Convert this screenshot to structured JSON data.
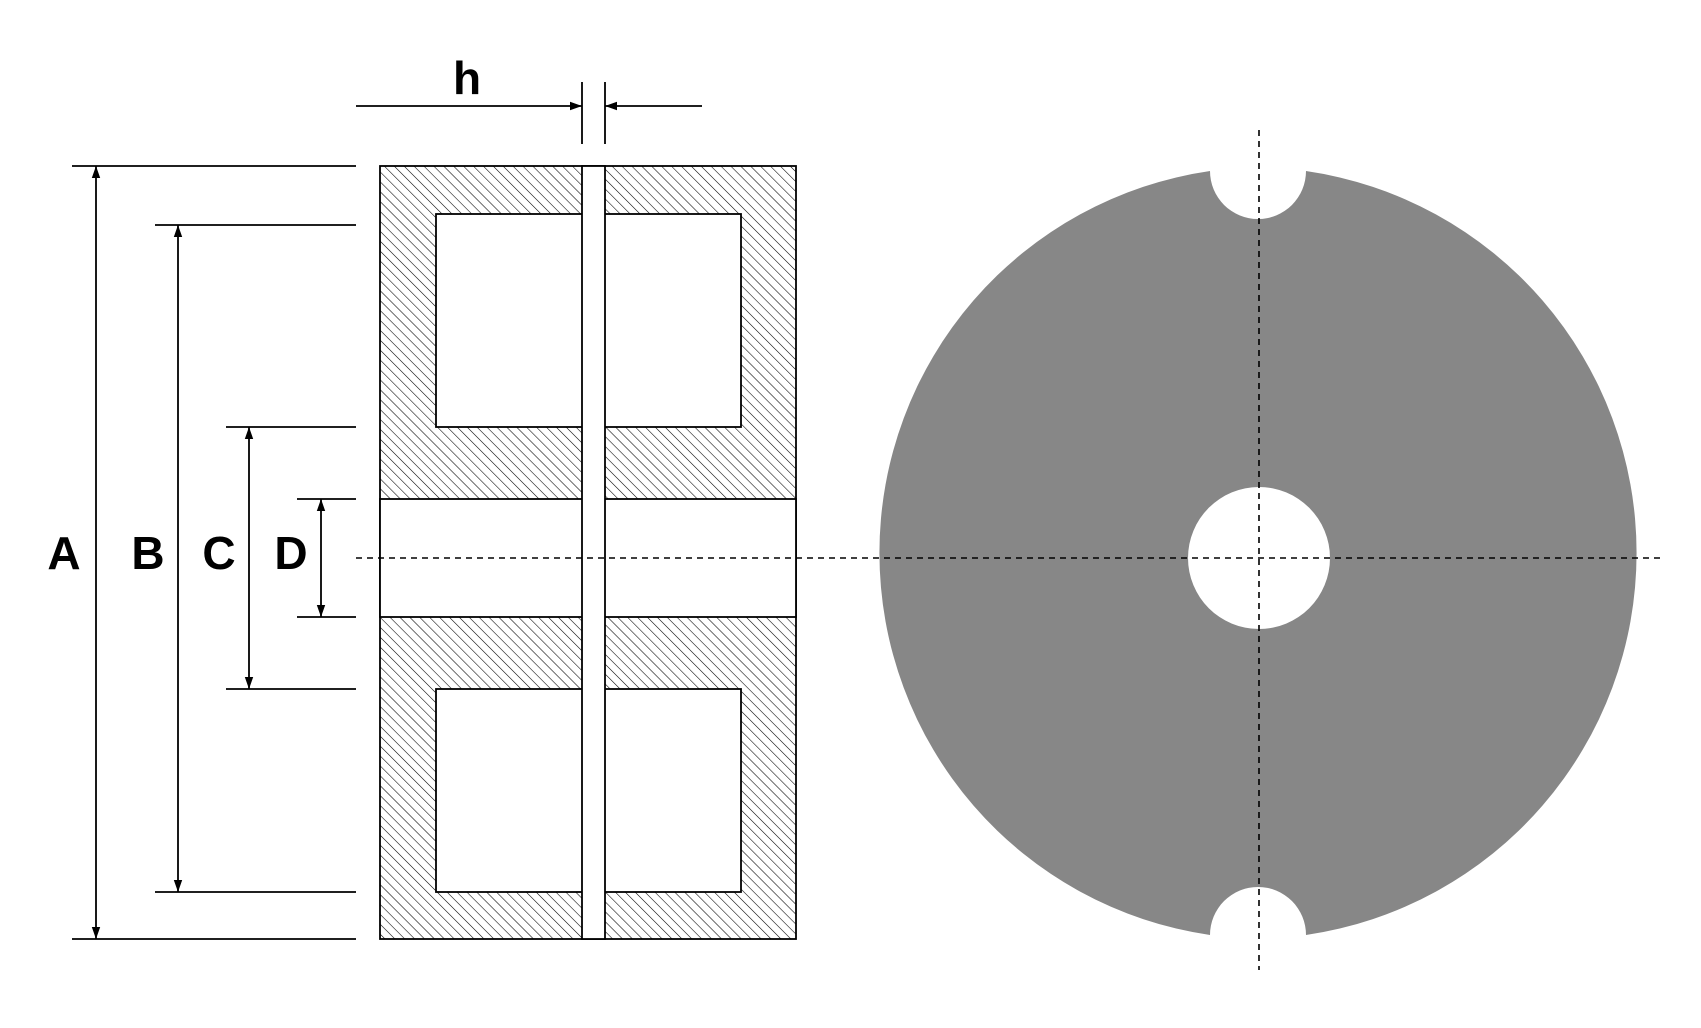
{
  "labels": {
    "A": "A",
    "B": "B",
    "C": "C",
    "D": "D",
    "h": "h"
  },
  "colors": {
    "disc_fill": "#878787",
    "line": "#000000",
    "background": "#ffffff"
  }
}
